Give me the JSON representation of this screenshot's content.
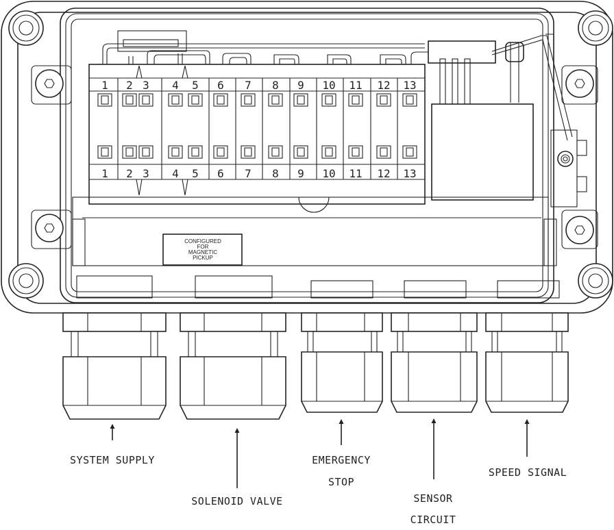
{
  "terminals": {
    "top": [
      "1",
      "2",
      "3",
      "4",
      "5",
      "6",
      "7",
      "8",
      "9",
      "10",
      "11",
      "12",
      "13"
    ],
    "bottom": [
      "1",
      "2",
      "3",
      "4",
      "5",
      "6",
      "7",
      "8",
      "9",
      "10",
      "11",
      "12",
      "13"
    ]
  },
  "config_label": [
    "CONFIGURED",
    "FOR",
    "MAGNETIC",
    "PICKUP"
  ],
  "glands": [
    {
      "id": "system-supply",
      "lines": [
        "SYSTEM SUPPLY"
      ]
    },
    {
      "id": "solenoid-valve",
      "lines": [
        "SOLENOID VALVE"
      ]
    },
    {
      "id": "emergency-stop",
      "lines": [
        "EMERGENCY",
        "STOP"
      ]
    },
    {
      "id": "sensor-circuit",
      "lines": [
        "SENSOR",
        "CIRCUIT"
      ]
    },
    {
      "id": "speed-signal",
      "lines": [
        "SPEED SIGNAL"
      ]
    }
  ]
}
